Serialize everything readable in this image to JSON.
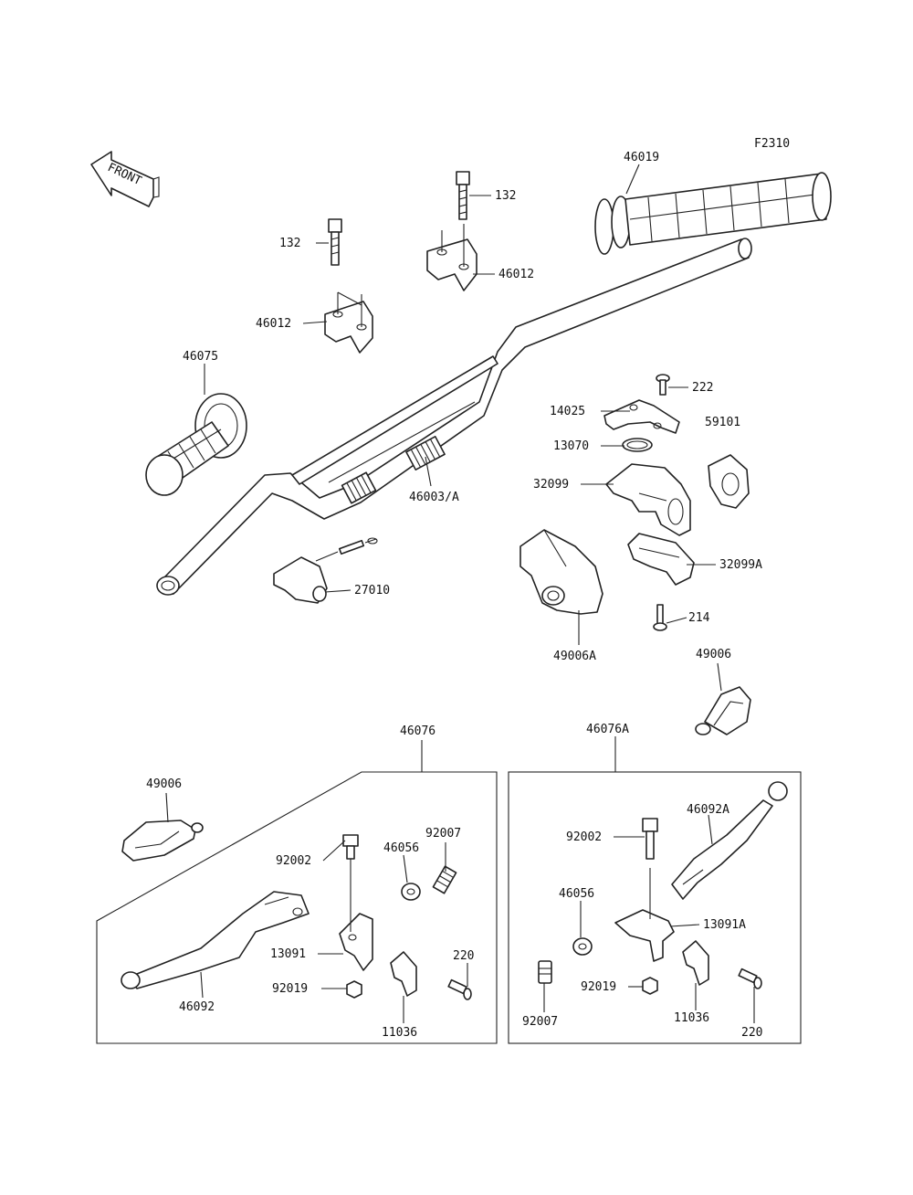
{
  "diagram": {
    "figure_code": "F2310",
    "front_arrow_label": "FRONT",
    "part_labels": {
      "p46019": "46019",
      "p132_top": "132",
      "p132_left": "132",
      "p46012_top": "46012",
      "p46012_left": "46012",
      "p46075": "46075",
      "p222": "222",
      "p14025": "14025",
      "p59101": "59101",
      "p13070": "13070",
      "p46003A": "46003/A",
      "p32099": "32099",
      "p32099A": "32099A",
      "p27010": "27010",
      "p214": "214",
      "p49006A": "49006A",
      "p49006_right": "49006",
      "p46076": "46076",
      "p46076A": "46076A",
      "p49006_left": "49006",
      "p92007_left": "92007",
      "p46056_left": "46056",
      "p92002_left": "92002",
      "p13091": "13091",
      "p220_left": "220",
      "p92019_left": "92019",
      "p46092": "46092",
      "p11036_left": "11036",
      "p46092A": "46092A",
      "p92002_right": "92002",
      "p46056_right": "46056",
      "p13091A": "13091A",
      "p92007_right": "92007",
      "p92019_right": "92019",
      "p11036_right": "11036",
      "p220_right": "220"
    }
  }
}
